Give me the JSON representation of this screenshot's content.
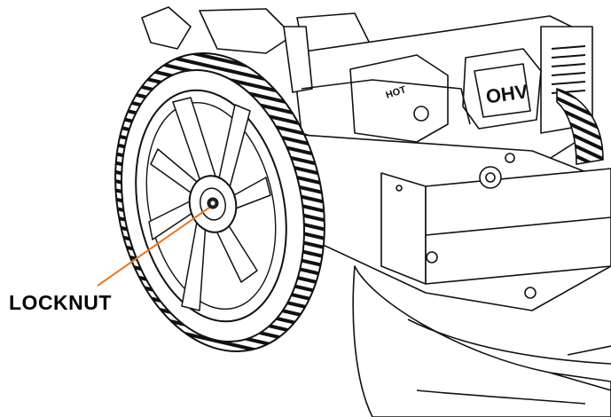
{
  "labels": {
    "locknut": "LOCKNUT",
    "engine_badge": "OHV",
    "hot_warning": "HOT"
  },
  "colors": {
    "leader_line": "#E87722",
    "ink": "#1a1a1a",
    "fill": "#ffffff"
  }
}
